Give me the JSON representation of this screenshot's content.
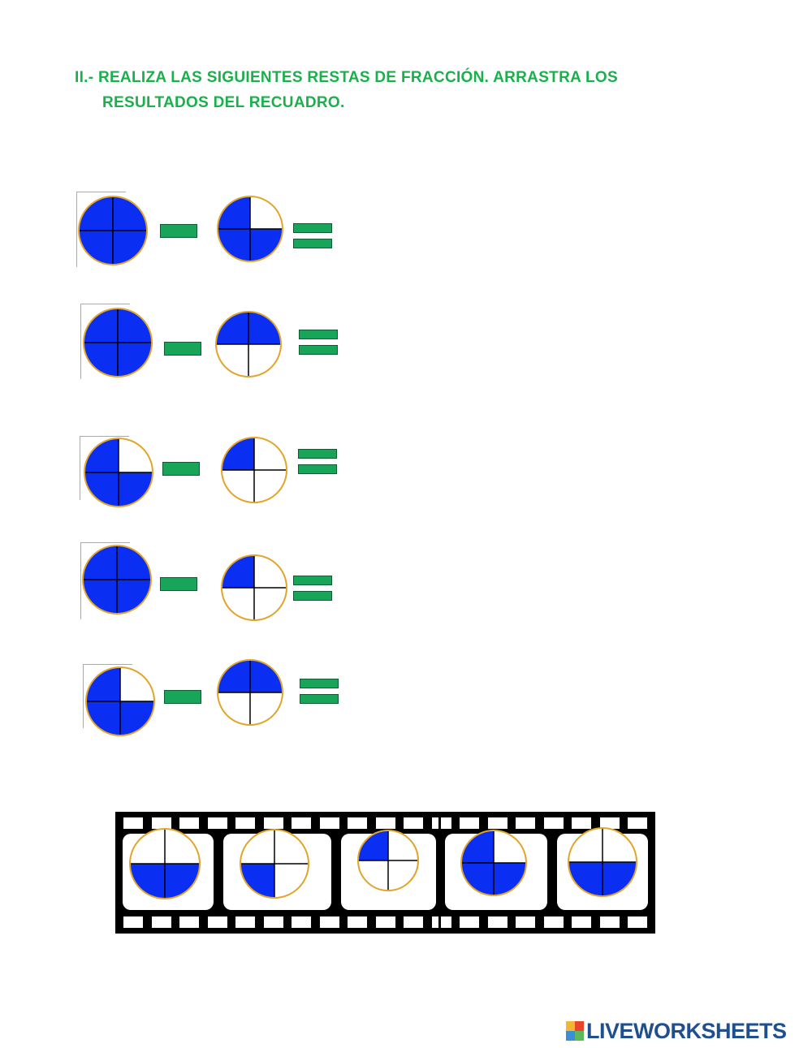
{
  "instructions": {
    "line1": "II.- REALIZA LAS SIGUIENTES RESTAS DE FRACCIÓN. ARRASTRA LOS",
    "line2": "RESULTADOS DEL RECUADRO."
  },
  "colors": {
    "fill": "#0a2ef2",
    "ring": "#e0a52a",
    "operator": "#18a55a",
    "title": "#1ab04c"
  },
  "problems": [
    {
      "minuend": "4/4",
      "subtrahend": "3/4",
      "minuend_quadrants": [
        1,
        1,
        1,
        1
      ],
      "subtrahend_quadrants": [
        1,
        0,
        1,
        1
      ]
    },
    {
      "minuend": "4/4",
      "subtrahend": "2/4",
      "minuend_quadrants": [
        1,
        1,
        1,
        1
      ],
      "subtrahend_quadrants": [
        1,
        1,
        0,
        0
      ]
    },
    {
      "minuend": "3/4",
      "subtrahend": "1/4",
      "minuend_quadrants": [
        1,
        0,
        1,
        1
      ],
      "subtrahend_quadrants": [
        1,
        0,
        0,
        0
      ]
    },
    {
      "minuend": "4/4",
      "subtrahend": "1/4",
      "minuend_quadrants": [
        1,
        1,
        1,
        1
      ],
      "subtrahend_quadrants": [
        1,
        0,
        0,
        0
      ]
    },
    {
      "minuend": "3/4",
      "subtrahend": "2/4",
      "minuend_quadrants": [
        1,
        0,
        1,
        1
      ],
      "subtrahend_quadrants": [
        1,
        1,
        0,
        0
      ]
    }
  ],
  "answers": [
    {
      "value": "2/4",
      "quadrants": [
        0,
        0,
        1,
        1
      ]
    },
    {
      "value": "1/4",
      "quadrants": [
        0,
        0,
        1,
        0
      ]
    },
    {
      "value": "1/4",
      "quadrants": [
        1,
        0,
        0,
        0
      ]
    },
    {
      "value": "3/4",
      "quadrants": [
        1,
        0,
        1,
        1
      ]
    },
    {
      "value": "2/4",
      "quadrants": [
        0,
        0,
        1,
        1
      ]
    }
  ],
  "footer": {
    "logo_text": "LIVEWORKSHEETS",
    "logo_icon": "liveworksheets-logo-icon"
  }
}
